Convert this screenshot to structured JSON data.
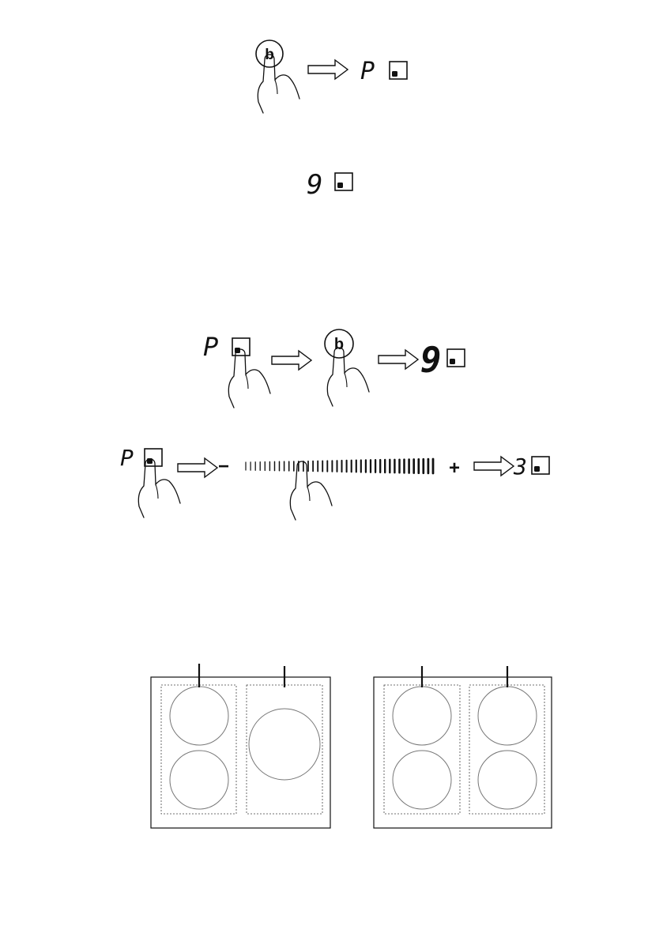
{
  "step1": {
    "button_glyph": "b",
    "display_char": "P"
  },
  "step2": {
    "display_char": "9"
  },
  "step3": {
    "display_char_start": "P",
    "button_glyph": "b",
    "display_char_end": "9"
  },
  "step4": {
    "display_char_start": "P",
    "minus_label": "−",
    "plus_label": "+",
    "display_char_end": "3"
  },
  "hob_layouts": {
    "left": {
      "zones": 3,
      "description_zones": [
        "small",
        "small",
        "large"
      ]
    },
    "right": {
      "zones": 4
    }
  },
  "colors": {
    "line": "#111111",
    "zone": "#777777",
    "indicator": "#111111"
  }
}
